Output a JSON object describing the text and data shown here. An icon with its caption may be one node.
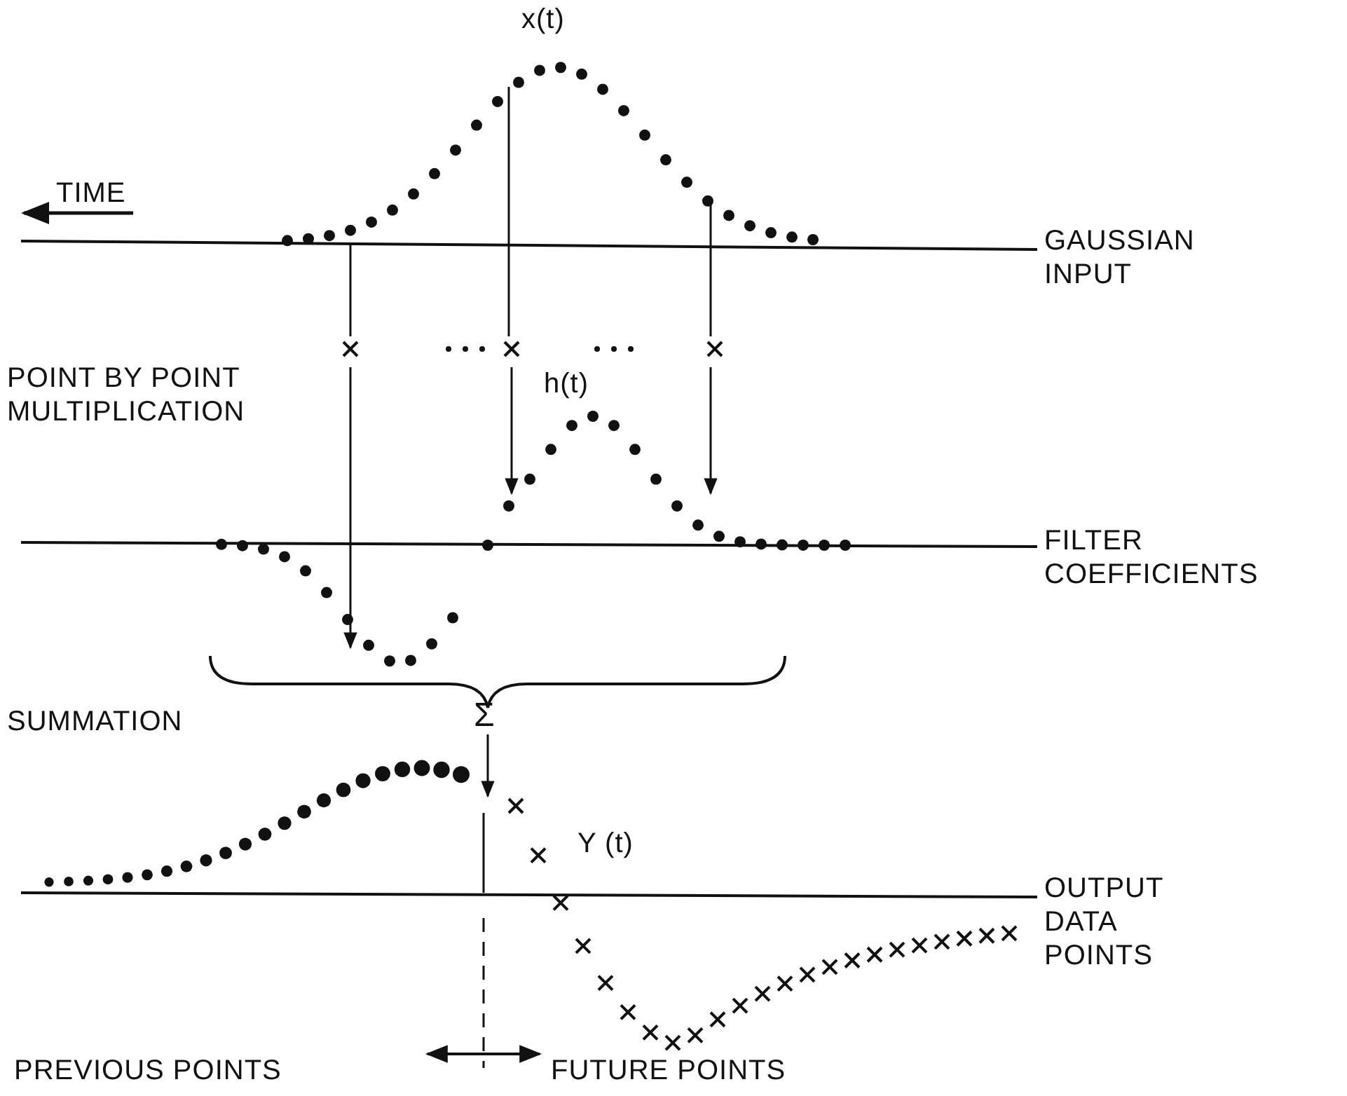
{
  "diagram": {
    "labels": [
      "x(t)",
      "TIME",
      "GAUSSIAN INPUT",
      "POINT BY POINT MULTIPLICATION",
      "h(t)",
      "FILTER COEFFICIENTS",
      "SUMMATION",
      "Σ",
      "Y (t)",
      "OUTPUT DATA POINTS",
      "PREVIOUS POINTS",
      "FUTURE POINTS"
    ]
  }
}
